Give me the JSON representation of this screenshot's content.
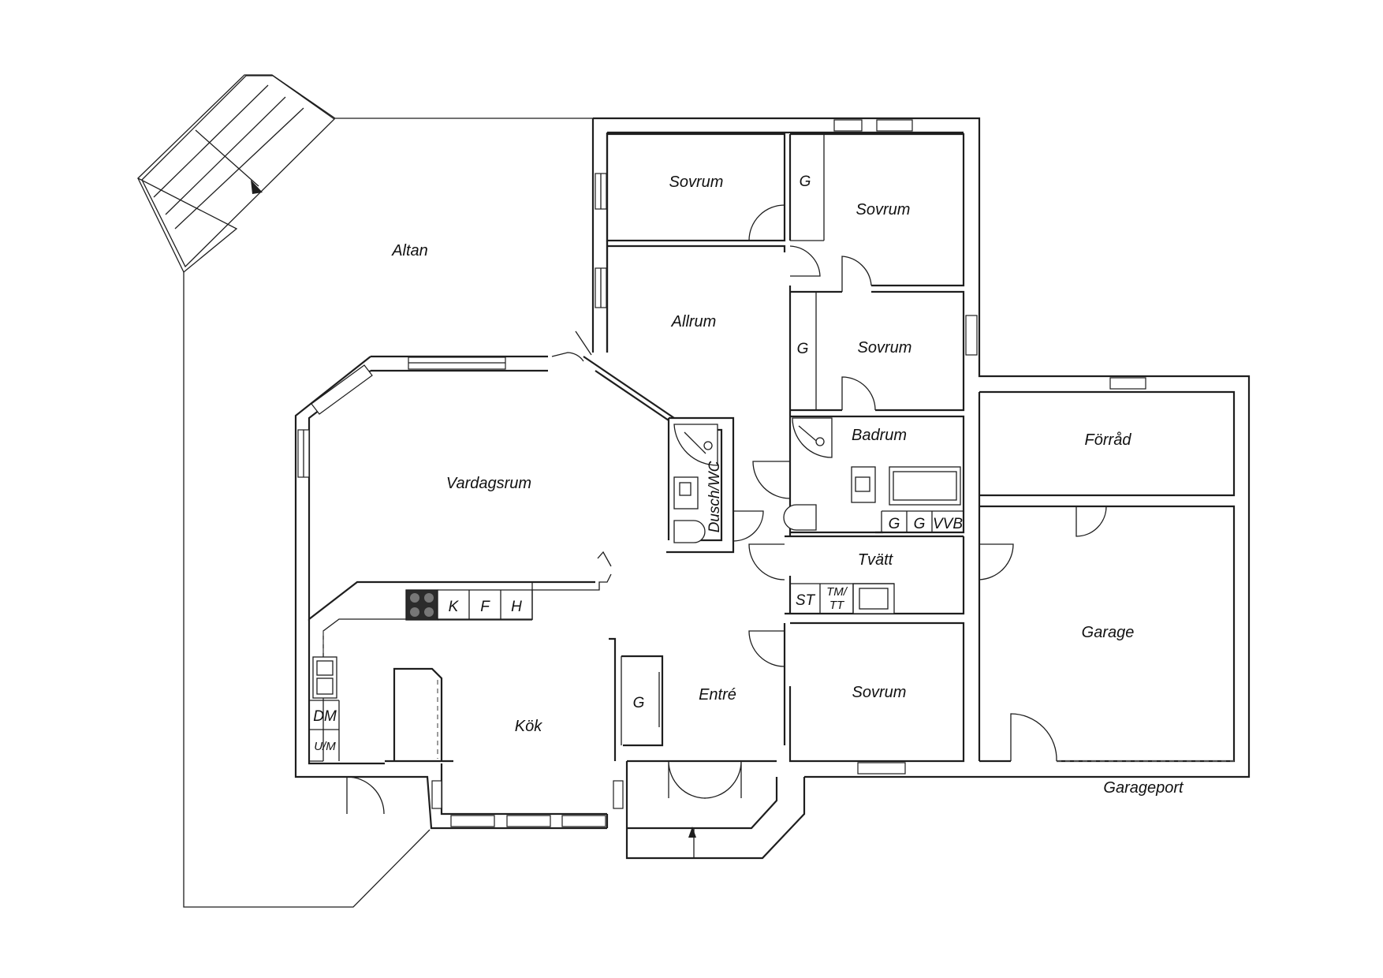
{
  "rooms": {
    "altan": "Altan",
    "sovrum_1": "Sovrum",
    "sovrum_2": "Sovrum",
    "sovrum_3": "Sovrum",
    "sovrum_4": "Sovrum",
    "allrum": "Allrum",
    "vardagsrum": "Vardagsrum",
    "badrum": "Badrum",
    "dusch_wc": "Dusch/WC",
    "forrad": "Förråd",
    "tvatt": "Tvätt",
    "garage": "Garage",
    "garageport": "Garageport",
    "kok": "Kök",
    "entre": "Entré"
  },
  "closets": {
    "g_sovrum_2": "G",
    "g_sovrum_3": "G",
    "g_badrum_1": "G",
    "g_badrum_2": "G",
    "vvb": "VVB",
    "g_entre": "G"
  },
  "appliances": {
    "k": "K",
    "f": "F",
    "h": "H",
    "dm": "DM",
    "um": "U/M",
    "st": "ST",
    "tm_tt_line1": "TM/",
    "tm_tt_line2": "TT"
  },
  "colors": {
    "line": "#1e1e1e",
    "background": "#ffffff"
  }
}
